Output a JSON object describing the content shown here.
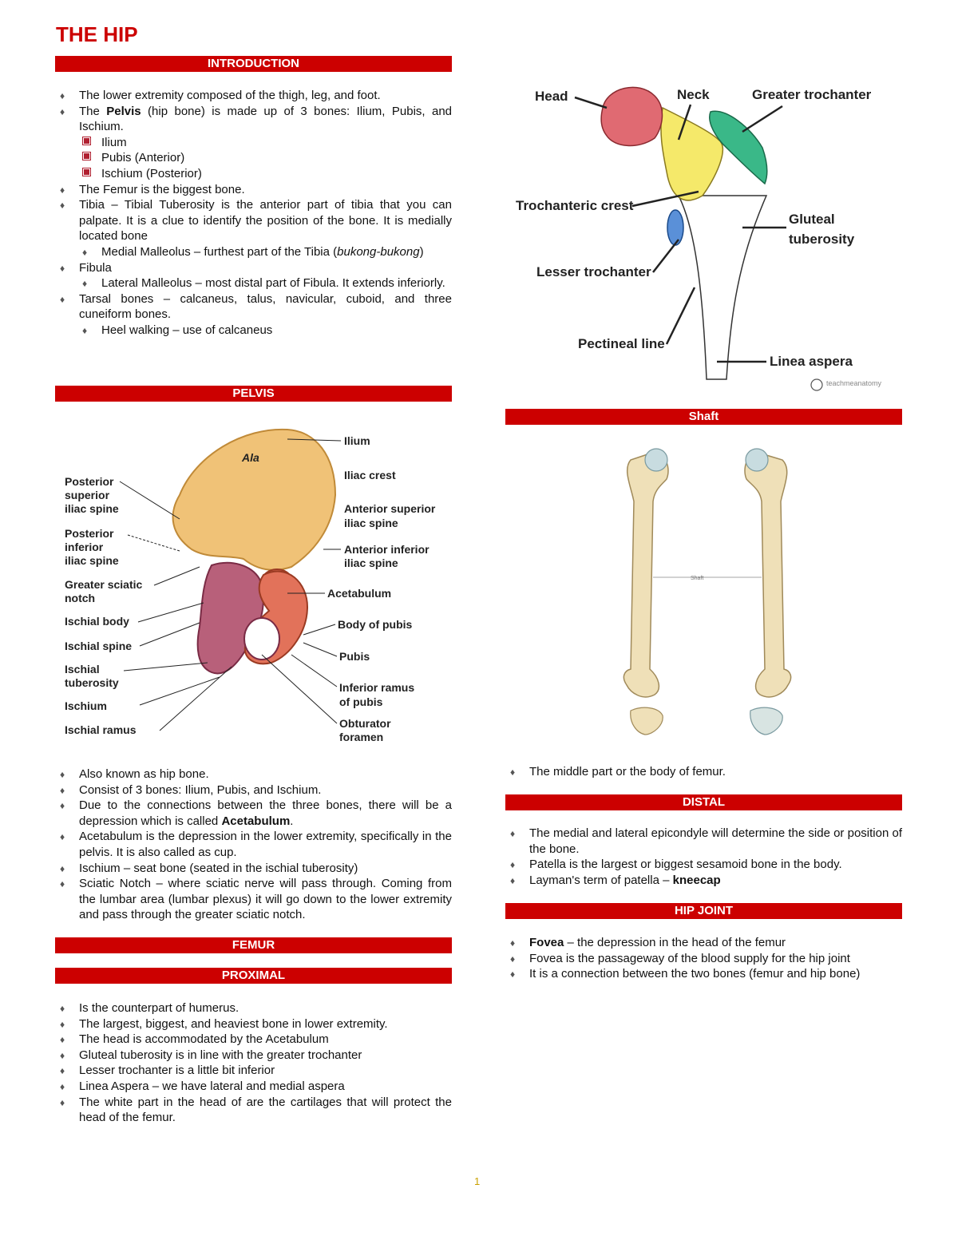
{
  "title": "THE HIP",
  "sections": {
    "introduction": "INTRODUCTION",
    "pelvis": "PELVIS",
    "femur": "FEMUR",
    "proximal": "PROXIMAL",
    "shaft": "Shaft",
    "distal": "DISTAL",
    "hip_joint": "HIP JOINT"
  },
  "intro": {
    "i1": "The lower extremity composed of the thigh, leg, and foot.",
    "i2a": "The ",
    "i2b": "Pelvis",
    "i2c": " (hip bone) is made up of 3 bones: Ilium, Pubis, and Ischium.",
    "c1": "Ilium",
    "c2": "Pubis (Anterior)",
    "c3": "Ischium (Posterior)",
    "i3": "The Femur is the biggest bone.",
    "i4": "Tibia – Tibial Tuberosity is the anterior part of tibia that you can palpate. It is a clue to identify the position of the bone. It is medially located bone",
    "s1a": "Medial Malleolus – furthest part of the Tibia (",
    "s1b": "bukong-bukong",
    "s1c": ")",
    "i5": "Fibula",
    "s2": "Lateral Malleolus – most distal part of Fibula. It extends inferiorly.",
    "i6": "Tarsal bones – calcaneus, talus, navicular, cuboid, and three cuneiform bones.",
    "s3": "Heel walking – use of calcaneus"
  },
  "pelvis_fig": {
    "ala": "Ala",
    "left_labels": [
      "Posterior",
      "superior",
      "iliac spine",
      "Posterior",
      "inferior",
      "iliac spine",
      "Greater sciatic",
      "notch",
      "Ischial body",
      "Ischial spine",
      "Ischial",
      "tuberosity",
      "Ischium",
      "Ischial ramus"
    ],
    "right_labels": [
      "Ilium",
      "Iliac crest",
      "Anterior superior",
      "iliac spine",
      "Anterior inferior",
      "iliac spine",
      "Acetabulum",
      "Body of pubis",
      "Pubis",
      "Inferior ramus",
      "of pubis",
      "Obturator",
      "foramen"
    ]
  },
  "pelvis_list": {
    "p1": "Also known as hip bone.",
    "p2": "Consist of 3 bones: Ilium, Pubis, and Ischium.",
    "p3a": "Due to the connections between the three bones, there will be a depression which is called ",
    "p3b": "Acetabulum",
    "p3c": ".",
    "p4": "Acetabulum is the depression in the lower extremity, specifically in the pelvis. It is also called as cup.",
    "p5": "Ischium – seat bone (seated in the ischial tuberosity)",
    "p6": "Sciatic Notch – where sciatic nerve will pass through. Coming from the lumbar area (lumbar plexus) it will go down to the lower extremity and pass through the greater sciatic notch."
  },
  "proximal_list": {
    "x1": "Is the counterpart of humerus.",
    "x2": "The largest, biggest, and heaviest bone in lower extremity.",
    "x3": "The head is accommodated by the Acetabulum",
    "x4": "Gluteal tuberosity is in line with the greater trochanter",
    "x5": "Lesser trochanter is a little bit inferior",
    "x6": "Linea Aspera – we have lateral and medial aspera",
    "x7": "The white part in the head of are the cartilages that will protect the head of the femur."
  },
  "femur_fig": {
    "head": "Head",
    "neck": "Neck",
    "greater": "Greater trochanter",
    "troch_crest": "Trochanteric crest",
    "gluteal1": "Gluteal",
    "gluteal2": "tuberosity",
    "lesser": "Lesser trochanter",
    "pectineal": "Pectineal line",
    "linea": "Linea aspera",
    "logo": "teachmeanatomy"
  },
  "shaft_fig": {
    "label": "Shaft"
  },
  "shaft_list": {
    "s1": "The middle part or the body of femur."
  },
  "distal_list": {
    "d1": "The medial and lateral epicondyle will determine the side or position of the bone.",
    "d2": "Patella is the largest or biggest sesamoid bone in the body.",
    "d3a": "Layman's term of patella – ",
    "d3b": "kneecap"
  },
  "hip_list": {
    "h1a": "Fovea",
    "h1b": " – the depression in the head of the femur",
    "h2": "Fovea is the passageway of the blood supply for the hip joint",
    "h3": "It is a connection between the two bones (femur and hip bone)"
  },
  "page_number": "1",
  "colors": {
    "accent": "#cc0000"
  }
}
